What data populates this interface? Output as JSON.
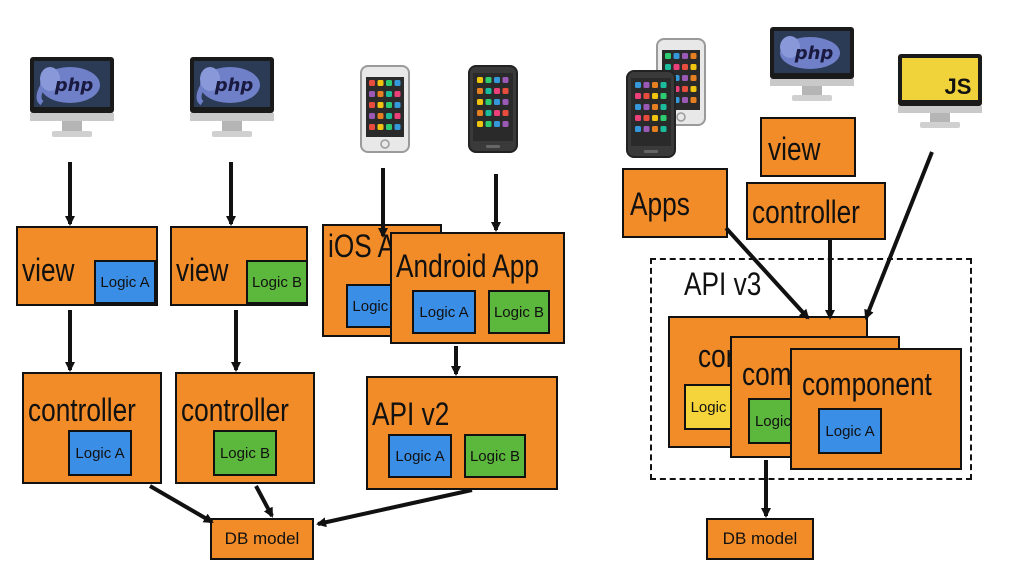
{
  "colors": {
    "box": "#f28c28",
    "logic_a": "#3b8ee6",
    "logic_b": "#5cb83c",
    "logic_other": "#f5d33a",
    "border": "#111111"
  },
  "icons": {
    "php": "php-monitor-icon",
    "iphone": "iphone-icon",
    "android": "android-phone-icon",
    "js": "js-monitor-icon",
    "php_label": "php",
    "js_label": "JS"
  },
  "left": {
    "view1": {
      "title": "view",
      "chip": "Logic A"
    },
    "view2": {
      "title": "view",
      "chip": "Logic B"
    },
    "controller1": {
      "title": "controller",
      "chip": "Logic A"
    },
    "controller2": {
      "title": "controller",
      "chip": "Logic B"
    },
    "ios": {
      "title": "iOS App",
      "chip": "Logic A"
    },
    "android": {
      "title": "Android App",
      "chip_a": "Logic A",
      "chip_b": "Logic B"
    },
    "api_v2": {
      "title": "API v2",
      "chip_a": "Logic A",
      "chip_b": "Logic B"
    },
    "db": "DB model"
  },
  "right": {
    "apps": "Apps",
    "view": "view",
    "controller": "controller",
    "api_v3": "API v3",
    "component1": {
      "title": "component",
      "chip": "Logic C"
    },
    "component2": {
      "title": "component",
      "chip": "Logic B"
    },
    "component3": {
      "title": "component",
      "chip": "Logic A"
    },
    "db": "DB model"
  }
}
